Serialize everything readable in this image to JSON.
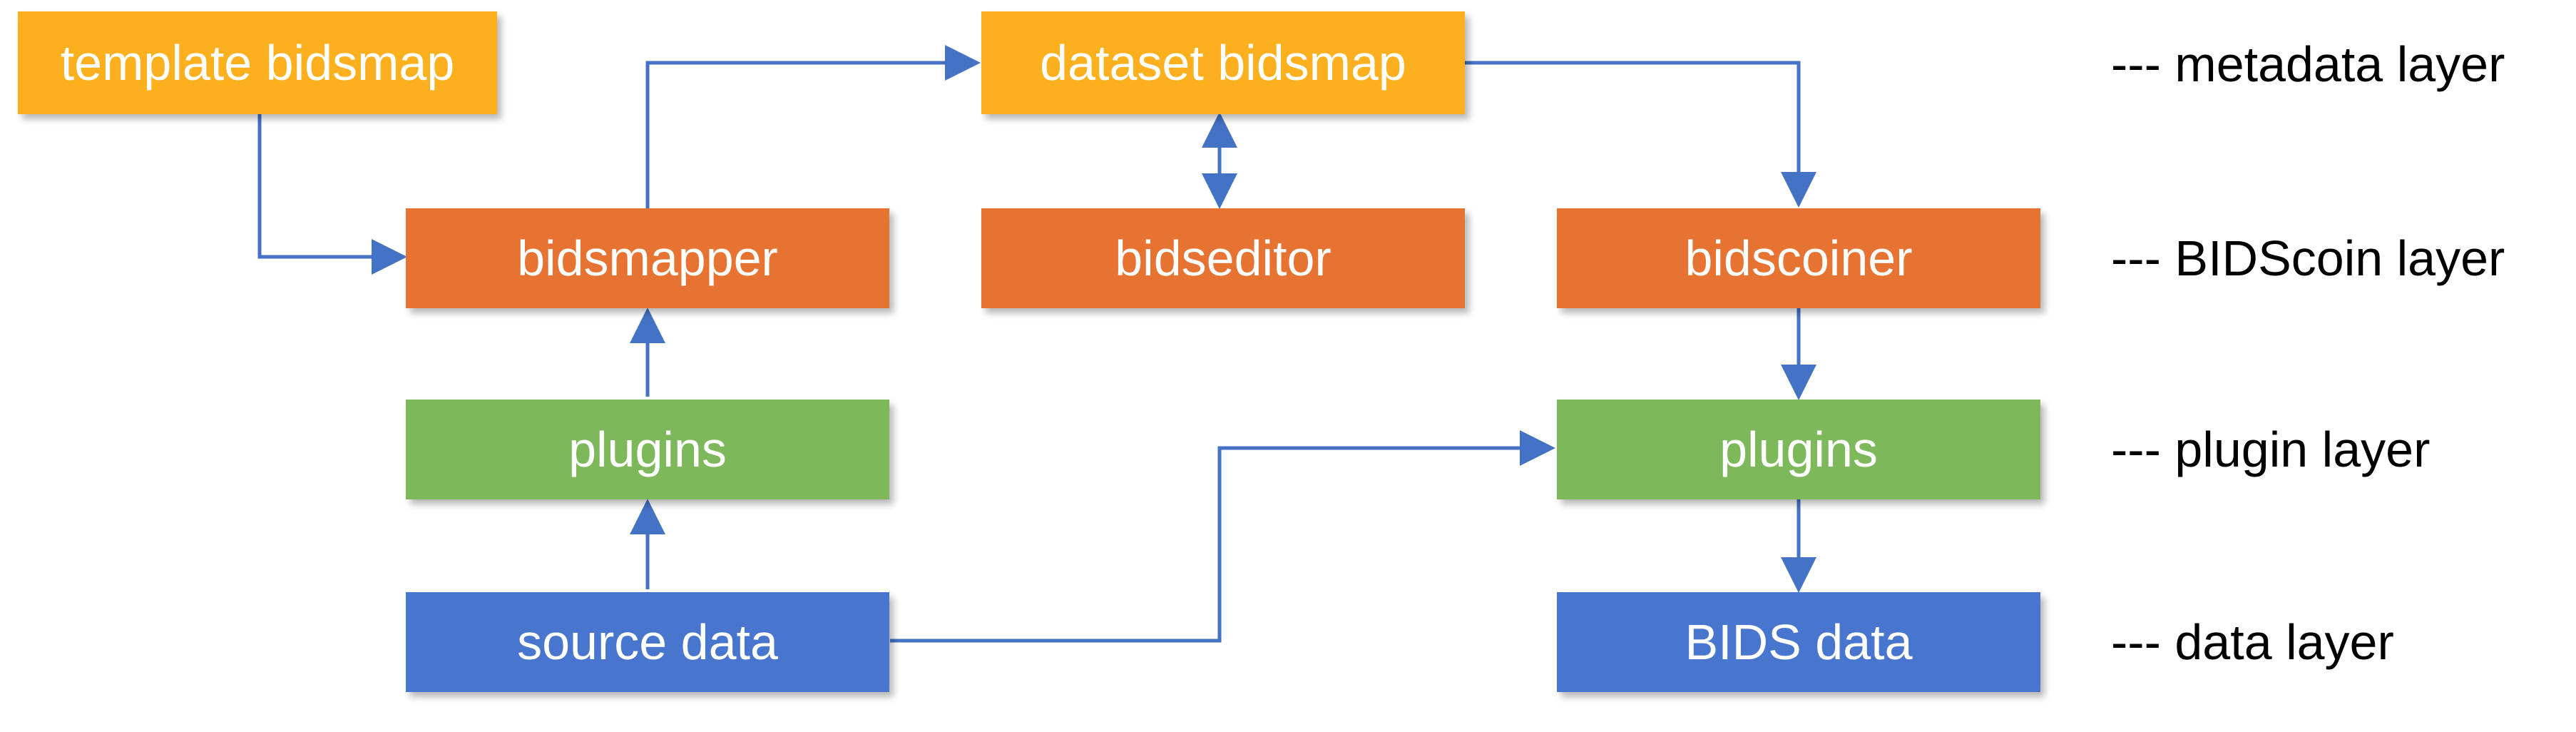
{
  "colors": {
    "metadata_box": "#FDB01E",
    "bidscoin_box": "#E67331",
    "plugin_box": "#7DB85B",
    "data_box": "#4876CF",
    "arrow": "#4472C4"
  },
  "nodes": {
    "template_bidsmap": "template bidsmap",
    "dataset_bidsmap": "dataset bidsmap",
    "bidsmapper": "bidsmapper",
    "bidseditor": "bidseditor",
    "bidscoiner": "bidscoiner",
    "plugins_left": "plugins",
    "plugins_right": "plugins",
    "source_data": "source data",
    "bids_data": "BIDS data"
  },
  "layers": {
    "metadata": "--- metadata layer",
    "bidscoin": "--- BIDScoin layer",
    "plugin": "--- plugin layer",
    "data": "--- data layer"
  }
}
